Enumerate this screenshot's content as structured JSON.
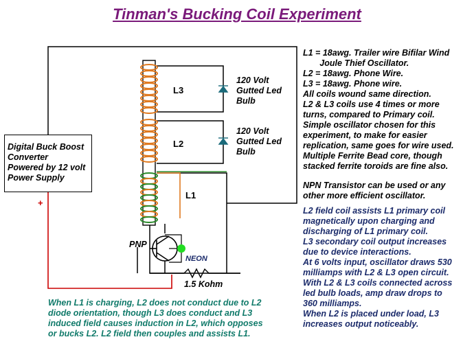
{
  "title": "Tinman's Bucking Coil Experiment",
  "converter": {
    "lines": [
      "Digital Buck Boost",
      "Converter",
      "Powered by 12 volt",
      "Power Supply"
    ],
    "plus": "+"
  },
  "coils": {
    "l3": "L3",
    "l2": "L2",
    "l1": "L1"
  },
  "bulbs": {
    "top": [
      "120 Volt",
      "Gutted Led",
      "Bulb"
    ],
    "bottom": [
      "120 Volt",
      "Gutted Led",
      "Bulb"
    ]
  },
  "transistor": {
    "pnp": "PNP",
    "neon": "NEON",
    "resistor": "1.5 Kohm"
  },
  "notes_black": [
    "L1 = 18awg. Trailer wire Bifilar Wind",
    "       Joule Thief Oscillator.",
    "L2 = 18awg. Phone Wire.",
    "L3 = 18awg. Phone wire.",
    "All coils wound same direction.",
    "L2 & L3 coils use 4 times or more",
    "turns, compared to Primary coil.",
    "Simple oscillator chosen for this",
    "experiment, to make for easier",
    "replication, same goes for wire used.",
    "Multiple Ferrite Bead core, though",
    "stacked ferrite toroids are fine also."
  ],
  "notes_npn": [
    "NPN Transistor can be used or any",
    "other more efficient oscillator."
  ],
  "notes_navy": [
    "L2 field coil assists L1 primary coil",
    "magnetically upon charging and",
    "discharging of L1 primary coil.",
    "L3 secondary coil output increases",
    "due to device interactions.",
    "At 6 volts input, oscillator draws 530",
    "milliamps with L2 & L3 open circuit.",
    "With L2 & L3 coils connected across",
    "led bulb loads, amp draw drops to",
    "360 milliamps.",
    "When L2 is placed under load, L3",
    "increases output noticeably."
  ],
  "notes_bottom": [
    "When L1 is charging, L2 does not conduct due to L2",
    "diode orientation, though L3 does conduct and L3",
    "induced field causes induction in L2, which opposes",
    "or bucks L2. L2 field then couples and assists L1."
  ],
  "colors": {
    "title": "#7a1a7a",
    "teal_text": "#107a6a",
    "navy_text": "#1a2a6a",
    "coil_orange": "#e07a20",
    "coil_green": "#2a8a2a",
    "wire_red": "#cc0000",
    "diode_teal": "#1a6a7a",
    "neon_green": "#22dd22"
  }
}
